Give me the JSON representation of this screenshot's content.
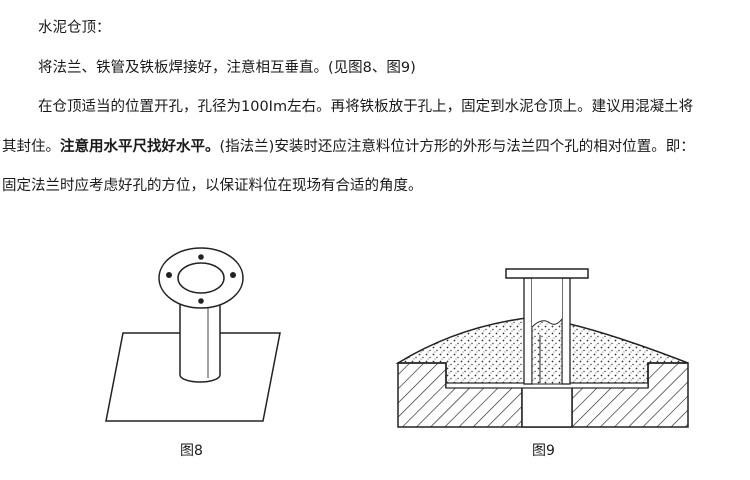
{
  "heading": "水泥仓顶：",
  "paragraph1": "将法兰、铁管及铁板焊接好，注意相互垂直。(见图8、图9)",
  "paragraph2": {
    "line1": "在仓顶适当的位置开孔，孔径为100Im左右。再将铁板放于孔上，固定到水泥仓顶上。建议用混凝土将",
    "line2_start": "其封住。",
    "line2_bold": "注意用水平尺找好水平。",
    "line2_end": "(指法兰)安装时还应注意料位计方形的外形与法兰四个孔的相对位置。即：",
    "line3": "固定法兰时应考虑好孔的方位，以保证料位在现场有合适的角度。"
  },
  "figures": [
    {
      "caption": "图8"
    },
    {
      "caption": "图9"
    }
  ]
}
